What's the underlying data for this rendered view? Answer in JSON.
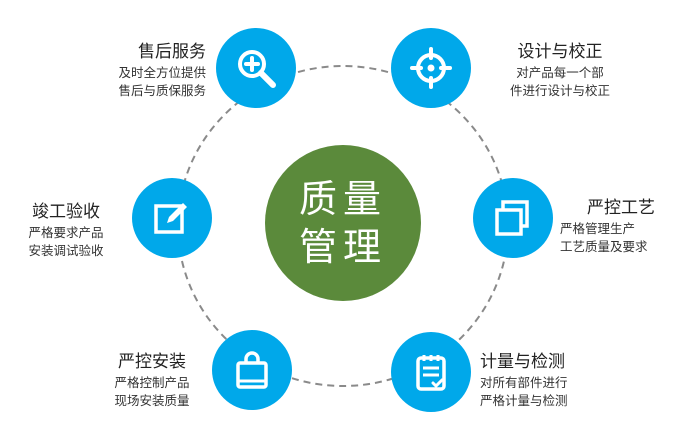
{
  "center": {
    "line1": "质量",
    "line2": "管理"
  },
  "nodes": [
    {
      "id": "after-sales",
      "title": "售后服务",
      "desc1": "及时全方位提供",
      "desc2": "售后与质保服务",
      "icon": "search-plus-icon"
    },
    {
      "id": "design",
      "title": "设计与校正",
      "desc1": "对产品每一个部",
      "desc2": "件进行设计与校正",
      "icon": "crosshair-icon"
    },
    {
      "id": "process",
      "title": "严控工艺",
      "desc1": "严格管理生产",
      "desc2": "工艺质量及要求",
      "icon": "layers-icon"
    },
    {
      "id": "inspection",
      "title": "计量与检测",
      "desc1": "对所有部件进行",
      "desc2": "严格计量与检测",
      "icon": "clipboard-check-icon"
    },
    {
      "id": "installation",
      "title": "严控安装",
      "desc1": "严格控制产品",
      "desc2": "现场安装质量",
      "icon": "bag-icon"
    },
    {
      "id": "acceptance",
      "title": "竣工验收",
      "desc1": "严格要求产品",
      "desc2": "安装调试验收",
      "icon": "edit-icon"
    }
  ],
  "colors": {
    "accent": "#00a8ea",
    "center": "#5b8a3b",
    "ring": "#888888"
  }
}
